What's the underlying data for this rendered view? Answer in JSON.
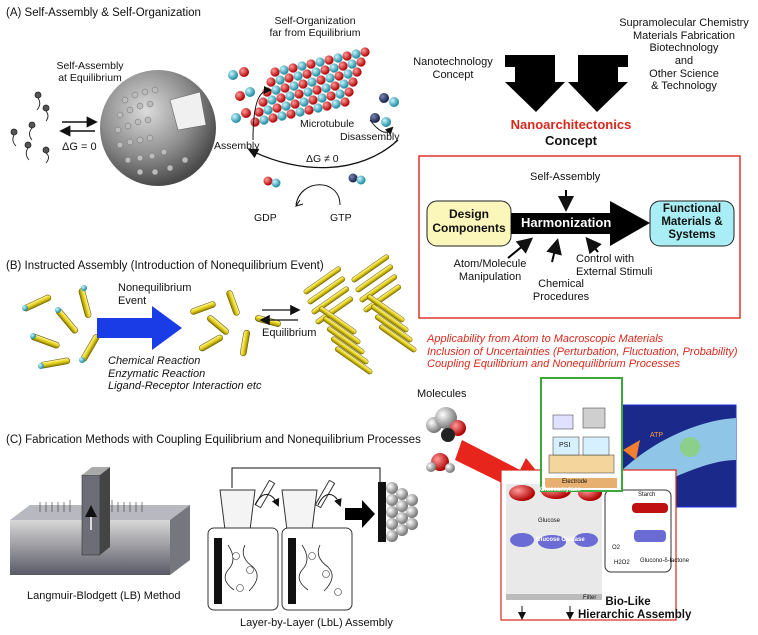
{
  "section_a": {
    "heading": "(A) Self-Assembly & Self-Organization",
    "self_assembly_eq": [
      "Self-Assembly",
      "at Equilibrium"
    ],
    "delta_g_zero": "ΔG = 0",
    "self_org": [
      "Self-Organization",
      "far from Equilibrium"
    ],
    "microtubule": "Microtubule",
    "assembly": "Assembly",
    "disassembly": "Disassembly",
    "delta_g_nonzero": "ΔG ≠ 0",
    "gdp": "GDP",
    "gtp": "GTP"
  },
  "concept": {
    "nanotech": [
      "Nanotechnology",
      "Concept"
    ],
    "fields": [
      "Supramolecular Chemistry",
      "Materials Fabrication",
      "Biotechnology",
      "and",
      "Other Science",
      "& Technology"
    ],
    "nanoarch": "Nanoarchitectonics",
    "concept_word": "Concept"
  },
  "harmonization_box": {
    "self_assembly": "Self-Assembly",
    "design": [
      "Design",
      "Components"
    ],
    "harmonization": "Harmonization",
    "functional": [
      "Functional",
      "Materials &",
      "Systems"
    ],
    "atom": [
      "Atom/Molecule",
      "Manipulation"
    ],
    "chemical": [
      "Chemical",
      "Procedures"
    ],
    "control": [
      "Control with",
      "External Stimuli"
    ]
  },
  "section_b": {
    "heading": "(B) Instructed Assembly (Introduction of Nonequilibrium Event)",
    "noneq": [
      "Nonequilibrium",
      "Event"
    ],
    "equilibrium": "Equilibrium",
    "reactions": [
      "Chemical Reaction",
      "Enzymatic Reaction",
      "Ligand-Receptor Interaction etc"
    ]
  },
  "applicability": [
    "Applicability from Atom to Macroscopic Materials",
    "Inclusion of Uncertainties (Perturbation, Fluctuation, Probability)",
    "Coupling Equilibrium and Nonequilibrium Processes"
  ],
  "section_c": {
    "heading": "(C) Fabrication Methods with Coupling Equilibrium and Nonequilibrium Processes",
    "lb": "Langmuir-Blodgett (LB) Method",
    "lbl": "Layer-by-Layer (LbL) Assembly"
  },
  "bio": {
    "molecules": "Molecules",
    "glucoamylase": "Glucoamylase",
    "glucose": "Glucose",
    "glucose_oxidase": "Glucose Oxidase",
    "starch": "Starch",
    "o2": "O2",
    "h2o2": "H2O2",
    "gluconolactone": "Glucono-δ-lactone",
    "filter": "Filter",
    "electrode": "Electrode",
    "psi": "PSI",
    "atp": "ATP",
    "bio_like": [
      "Bio-Like",
      "Hierarchic Assembly"
    ]
  },
  "colors": {
    "red_text": "#d8291d",
    "yellow_box": "#fbf6b9",
    "cyan_box": "#a8eef4",
    "arrow_blue": "#1a3ce6",
    "frame_red": "#d8291d",
    "frame_green": "#3ca83c"
  }
}
